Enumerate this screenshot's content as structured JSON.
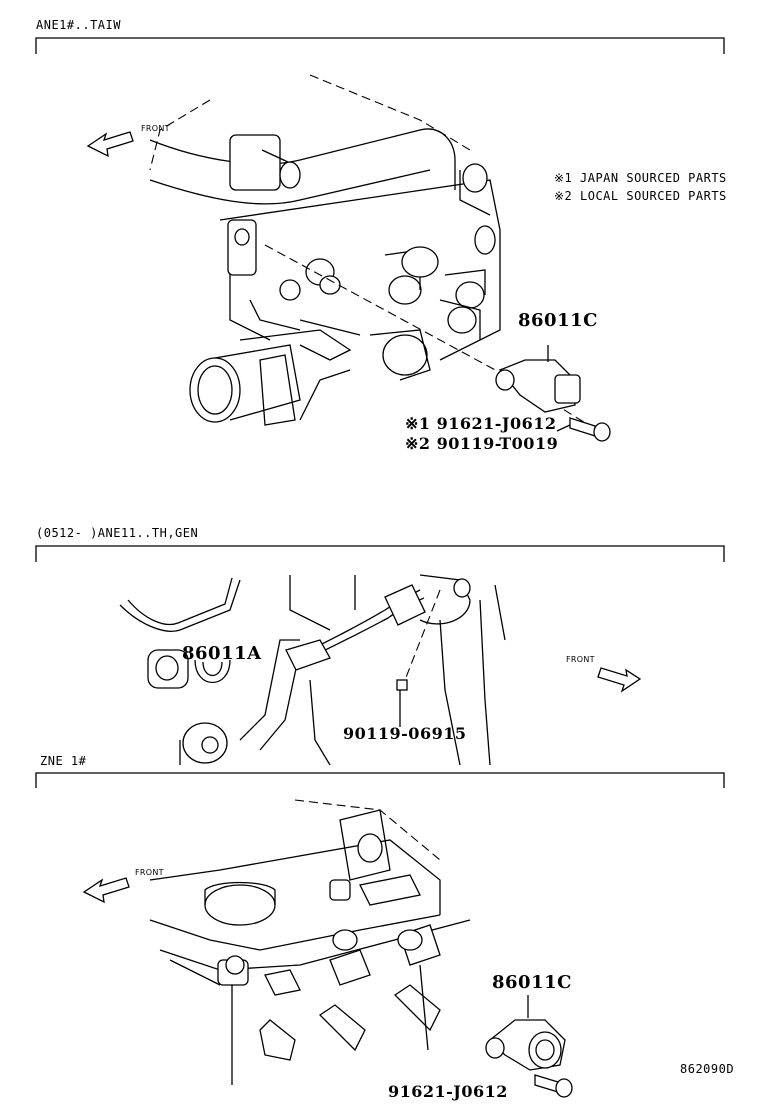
{
  "sections": [
    {
      "header": "ANE1#..TAIW",
      "front_label": "FRONT",
      "notes": [
        "※1 JAPAN SOURCED PARTS",
        "※2 LOCAL SOURCED PARTS"
      ],
      "parts": [
        "86011C",
        "※1 91621-J0612",
        "※2 90119-T0019"
      ]
    },
    {
      "header": "(0512-     )ANE11..TH,GEN",
      "front_label": "FRONT",
      "parts": [
        "86011A",
        "90119-06915"
      ]
    },
    {
      "header": "ZNE  1#",
      "front_label": "FRONT",
      "parts": [
        "86011C",
        "91621-J0612"
      ],
      "diagram_code": "862090D"
    }
  ]
}
